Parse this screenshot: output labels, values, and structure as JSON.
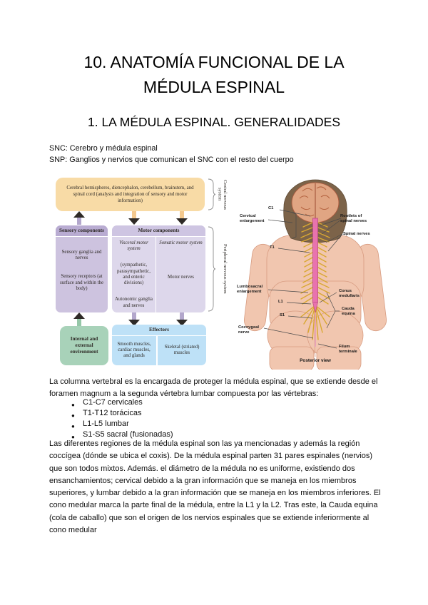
{
  "colors": {
    "cns_box": "#F8DBA6",
    "components_box_purple": "#CDC3DF",
    "components_header_purple": "#B9ACD2",
    "motor_box_purple": "#DDD7EB",
    "environment_box_green": "#A8D2B9",
    "effectors_box_blue": "#BEE1F7",
    "arrow_purple": "#B3A7CC",
    "arrow_orange": "#F4C98E",
    "arrow_green": "#96C7A8",
    "spinal_cord_pink": "#E873AE",
    "nerves_yellow": "#D9A831",
    "skin": "#F1C6AF",
    "hair": "#7C6349"
  },
  "doc": {
    "title": "10. ANATOMÍA FUNCIONAL DE LA MÉDULA ESPINAL",
    "section_heading": "1. LA MÉDULA ESPINAL. GENERALIDADES",
    "intro": [
      "SNC: Cerebro y médula espinal",
      "SNP: Ganglios y nervios que comunican el SNC con el resto del cuerpo"
    ]
  },
  "flowchart": {
    "cns_vertical_label": "Central nervous system",
    "pns_vertical_label": "Peripheral nervous system",
    "cns_box": "Cerebral hemispheres, diencephalon, cerebellum, brainstem, and spinal cord (analysis and integration of sensory and motor information)",
    "sensory": {
      "header": "Sensory components",
      "item1": "Sensory ganglia and nerves",
      "item2": "Sensory receptors (at surface and within the body)"
    },
    "motor": {
      "header": "Motor components",
      "visceral_title": "Visceral motor system",
      "visceral_sub": "(sympathetic, parasympathetic, and enteric divisions)",
      "visceral_item": "Autonomic ganglia and nerves",
      "somatic_title": "Somatic motor system",
      "somatic_item": "Motor nerves"
    },
    "environment_box": "Internal and external environment",
    "effectors": {
      "header": "Effectors",
      "cell1": "Smooth muscles, cardiac muscles, and glands",
      "cell2": "Skeletal (striated) muscles"
    }
  },
  "anatomy": {
    "labels": {
      "c1": "C1",
      "cervical": "Cervical enlargement",
      "t1": "T1",
      "lumbosacral": "Lumbosacral enlargement",
      "l1": "L1",
      "s1": "S1",
      "coccygeal": "Coccygeal nerve",
      "rootlets": "Rootlets of spinal nerves",
      "spinal_nerves": "Spinal nerves",
      "conus": "Conus medullaris",
      "cauda": "Cauda equina",
      "filum": "Filum terminale"
    },
    "caption": "Posterior view"
  },
  "body": {
    "para1": "La columna vertebral es la encargada de proteger la médula espinal, que se extiende desde el foramen magnum a la segunda vértebra lumbar compuesta por las vértebras:",
    "bullets": [
      "C1-C7 cervicales",
      "T1-T12 torácicas",
      "L1-L5 lumbar",
      "S1-S5 sacral (fusionadas)"
    ],
    "para2": "Las diferentes regiones de la médula espinal son las ya mencionadas y además la región coccígea (dónde se ubica el coxis). De la médula espinal parten 31 pares espinales (nervios) que son todos mixtos. Además. el diámetro de la médula no es uniforme, existiendo dos ensanchamientos; cervical debido a la gran información que se maneja en los miembros superiores, y lumbar debido a la gran información que se maneja en los miembros inferiores. El cono medular marca la parte final de la médula, entre la L1 y la L2. Tras este, la Cauda equina (cola de caballo) que son el origen de los nervios espinales que se extiende inferiormente al cono medular"
  }
}
